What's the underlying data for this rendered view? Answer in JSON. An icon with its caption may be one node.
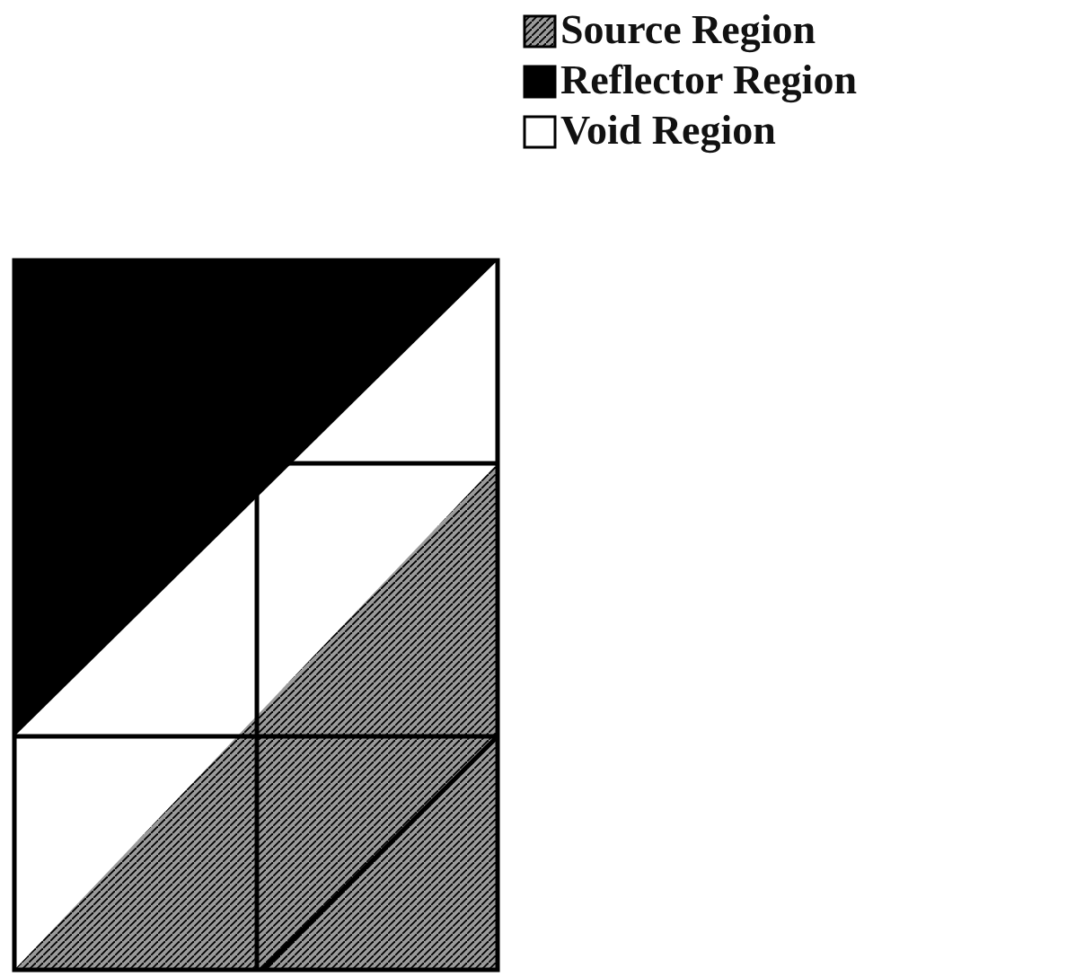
{
  "diagram": {
    "legend": [
      {
        "text": "Source Region",
        "color": "#9a9a9a"
      },
      {
        "text": "Reflector Region",
        "color": "#000000"
      },
      {
        "text": "Void Region"
      }
    ]
  }
}
